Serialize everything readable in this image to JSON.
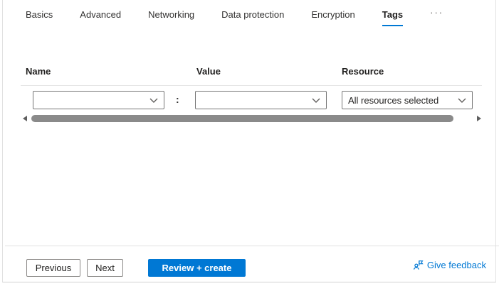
{
  "tabs": {
    "items": [
      {
        "label": "Basics",
        "active": false
      },
      {
        "label": "Advanced",
        "active": false
      },
      {
        "label": "Networking",
        "active": false
      },
      {
        "label": "Data protection",
        "active": false
      },
      {
        "label": "Encryption",
        "active": false
      },
      {
        "label": "Tags",
        "active": true
      }
    ],
    "overflow_label": "···"
  },
  "tags_form": {
    "columns": {
      "name": "Name",
      "value": "Value",
      "resource": "Resource"
    },
    "row": {
      "name_value": "",
      "pair_separator": ":",
      "value_value": "",
      "resource_selected": "All resources selected"
    }
  },
  "footer": {
    "previous_label": "Previous",
    "next_label": "Next",
    "review_create_label": "Review + create",
    "feedback_label": "Give feedback"
  },
  "colors": {
    "accent": "#0078d4",
    "tab_underline": "#0078d4",
    "scrollbar_thumb": "#8a8a8a",
    "border_gray": "#757575"
  }
}
